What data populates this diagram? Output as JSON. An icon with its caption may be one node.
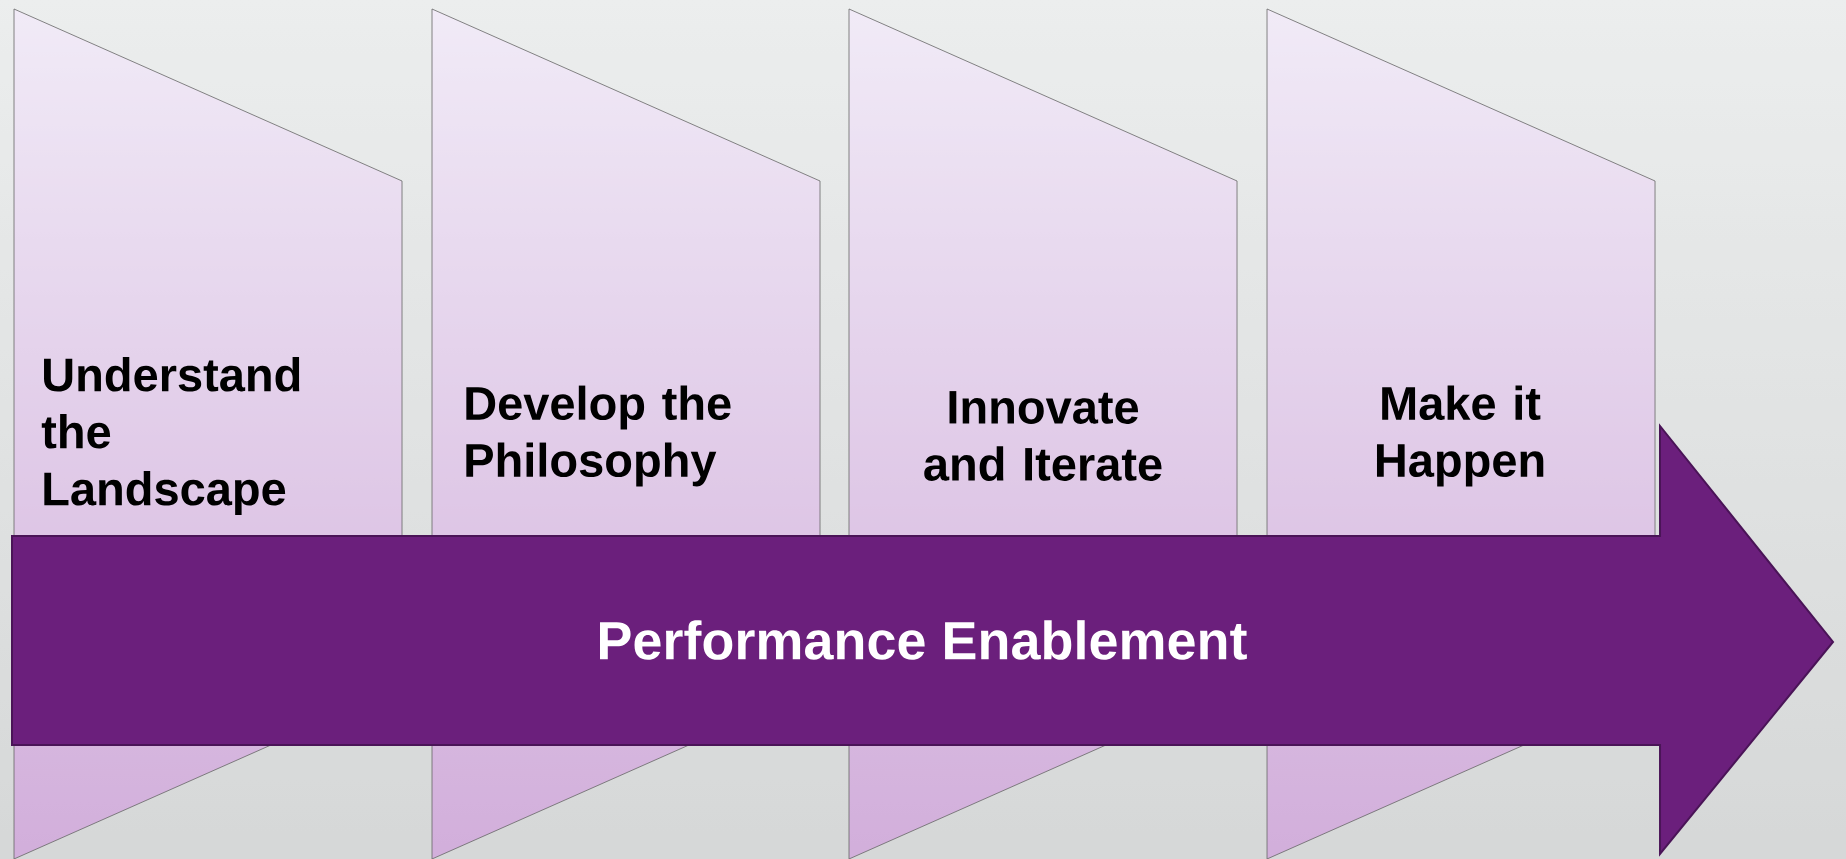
{
  "diagram": {
    "nodes": [
      {
        "text": [
          "Understand the Landscape"
        ]
      },
      {
        "text": [
          "Develop the Philosophy"
        ]
      },
      {
        "text": [
          "Innovate and Iterate"
        ]
      },
      {
        "text": [
          "Make it Happen"
        ]
      },
      {
        "text": [
          "Performance Enablement"
        ]
      }
    ]
  }
}
